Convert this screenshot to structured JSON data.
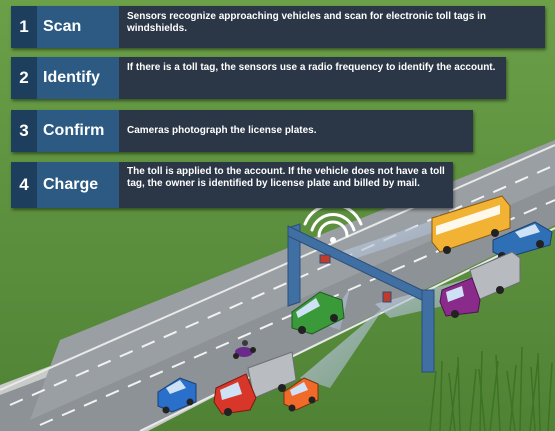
{
  "steps": [
    {
      "number": "1",
      "title": "Scan",
      "description": "Sensors recognize approaching vehicles and scan for electronic toll tags in windshields."
    },
    {
      "number": "2",
      "title": "Identify",
      "description": "If there is a toll tag, the sensors use a radio frequency to identify the account."
    },
    {
      "number": "3",
      "title": "Confirm",
      "description": "Cameras photograph the license plates."
    },
    {
      "number": "4",
      "title": "Charge",
      "description": "The toll is applied to the account. If the vehicle does not have a toll tag, the owner is identified by license plate and billed by mail."
    }
  ],
  "colors": {
    "grass": "#5f9440",
    "road": "#8d9296",
    "gantry": "#3f6fa3",
    "step_number_bg": "#1d3e5c",
    "step_title_bg": "#2c5a82",
    "step_desc_bg": "#2b3646"
  },
  "illustration": {
    "icons": [
      "radio-signal-icon",
      "toll-gantry",
      "camera-beam",
      "bus",
      "pickup-truck",
      "semi-truck",
      "green-van",
      "motorcycle",
      "blue-car",
      "red-truck",
      "orange-car"
    ]
  }
}
